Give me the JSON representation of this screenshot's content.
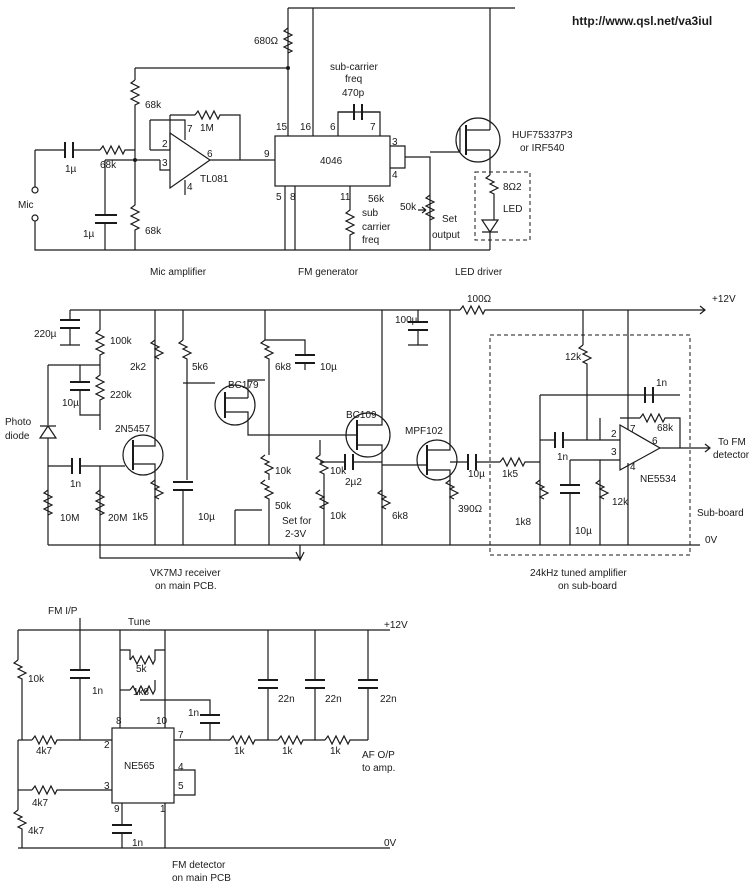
{
  "url": "http://www.qsl.net/va3iul",
  "top": {
    "r680": "680Ω",
    "subcarrier_line1": "sub-carrier",
    "subcarrier_line2": "freq",
    "c470p": "470p",
    "pin15": "15",
    "pin16": "16",
    "pin6": "6",
    "pin7": "7",
    "pin9": "9",
    "pin3": "3",
    "pin4": "4",
    "pin5": "5",
    "pin8": "8",
    "pin11": "11",
    "ic4046": "4046",
    "r68k_a": "68k",
    "r68k_b": "68k",
    "r68k_c": "68k",
    "r1M": "1M",
    "op_pin7": "7",
    "op_pin2": "2",
    "op_pin3": "3",
    "op_pin6": "6",
    "op_pin4": "4",
    "tl081": "TL081",
    "c1u_a": "1µ",
    "c1u_b": "1µ",
    "mic": "Mic",
    "r56k": "56k",
    "sub1": "sub",
    "sub2": "carrier",
    "sub3": "freq",
    "pot50k": "50k",
    "set1": "Set",
    "set2": "output",
    "mosfet1": "HUF75337P3",
    "mosfet2": "or IRF540",
    "r8o2": "8Ω2",
    "led": "LED",
    "cap_mic": "Mic amplifier",
    "cap_fm": "FM generator",
    "cap_led": "LED driver"
  },
  "mid": {
    "r100": "100Ω",
    "v12": "+12V",
    "c220u": "220µ",
    "r100k": "100k",
    "r220k": "220k",
    "c10u_a": "10µ",
    "photo1": "Photo",
    "photo2": "diode",
    "c1n": "1n",
    "r10M": "10M",
    "r20M": "20M",
    "jfet1": "2N5457",
    "r2k2": "2k2",
    "r5k6": "5k6",
    "r1k5": "1k5",
    "c10u_b": "10µ",
    "bc179": "BC179",
    "r6k8": "6k8",
    "c10u_c": "10µ",
    "r10k_a": "10k",
    "pot50k": "50k",
    "setfor1": "Set for",
    "setfor2": "2-3V",
    "bc109": "BC109",
    "r10k_b": "10k",
    "r10k_c": "10k",
    "c2u2": "2µ2",
    "r6k8_b": "6k8",
    "c100u": "100µ",
    "mpf102": "MPF102",
    "r390": "390Ω",
    "c10u_d": "10µ",
    "r1k5_b": "1k5",
    "r1k8": "1k8",
    "r12k_a": "12k",
    "c1n_b": "1n",
    "c1n_fb": "1n",
    "r68k": "68k",
    "op2": "2",
    "op3": "3",
    "op6": "6",
    "op7": "7",
    "op4": "4",
    "ne5534": "NE5534",
    "c10u_e": "10µ",
    "r12k_b": "12k",
    "tofm1": "To FM",
    "tofm2": "detector",
    "subboard": "Sub-board",
    "v0": "0V",
    "cap_rx1": "VK7MJ receiver",
    "cap_rx2": "on main PCB.",
    "cap_amp1": "24kHz tuned amplifier",
    "cap_amp2": "on sub-board"
  },
  "bot": {
    "fmip": "FM I/P",
    "tune": "Tune",
    "v12": "+12V",
    "r10k": "10k",
    "c1n": "1n",
    "r5k": "5k",
    "r1k8": "1k8",
    "r4k7_a": "4k7",
    "r4k7_b": "4k7",
    "r4k7_c": "4k7",
    "pin8": "8",
    "pin10": "10",
    "pin2": "2",
    "pin7": "7",
    "pin3": "3",
    "pin4": "4",
    "pin5": "5",
    "pin9": "9",
    "pin1": "1",
    "ne565": "NE565",
    "c1n_b": "1n",
    "c1n_c": "1n",
    "c22n_a": "22n",
    "c22n_b": "22n",
    "c22n_c": "22n",
    "r1k_a": "1k",
    "r1k_b": "1k",
    "r1k_c": "1k",
    "afop1": "AF O/P",
    "afop2": "to amp.",
    "v0": "0V",
    "cap1": "FM detector",
    "cap2": "on main PCB"
  }
}
